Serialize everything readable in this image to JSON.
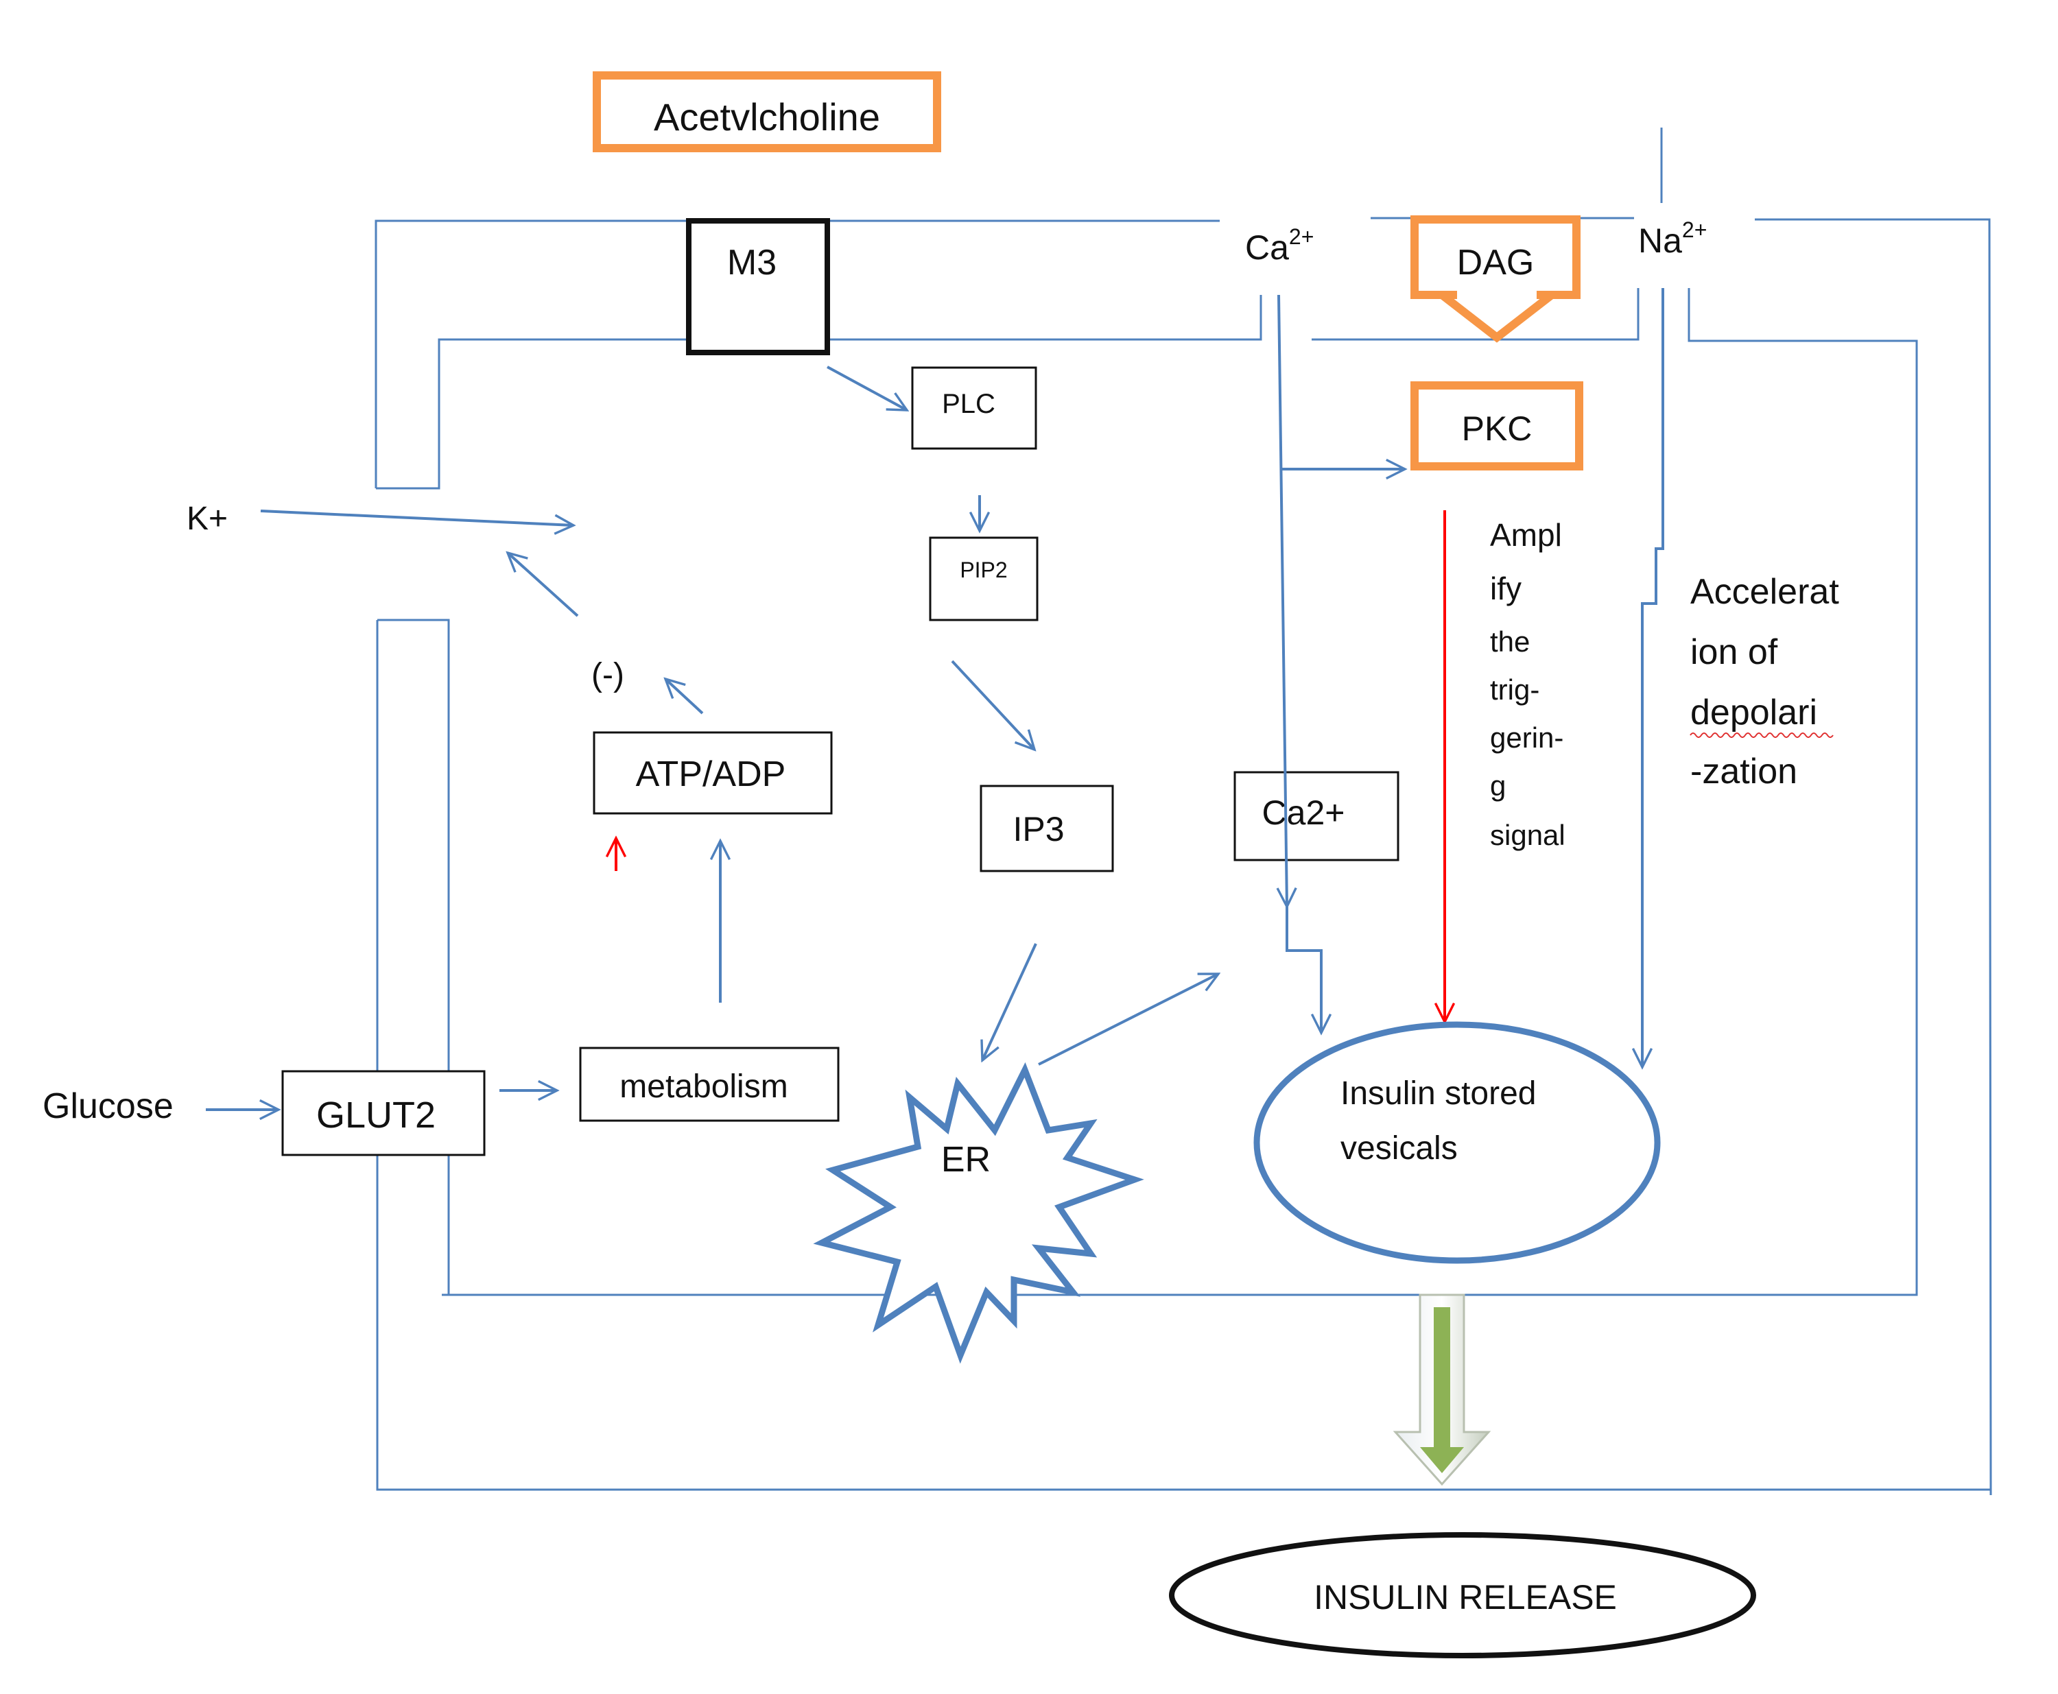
{
  "colors": {
    "membrane": "#4f81bd",
    "orange_box": "#f79646",
    "red_arrow": "#ff0000",
    "green_arrow": "#8db255",
    "text": "#111111"
  },
  "nodes": {
    "acetylcholine": "Acetvlcholine",
    "m3": "M3",
    "plc": "PLC",
    "pip2": "PIP2",
    "ip3": "IP3",
    "ca_box": "Ca2+",
    "dag": "DAG",
    "pkc": "PKC",
    "atp_adp": "ATP/ADP",
    "negative": "(-)",
    "metabolism": "metabolism",
    "glut2": "GLUT2",
    "er": "ER",
    "vesicles_line1": "Insulin stored",
    "vesicles_line2": "vesicals",
    "insulin_release": "INSULIN RELEASE"
  },
  "ions": {
    "k": "K+",
    "ca_base": "Ca",
    "ca_sup": "2+",
    "na_base": "Na",
    "na_sup": "2+",
    "glucose": "Glucose"
  },
  "annotations": {
    "amplify": [
      "Ampl",
      "ify",
      "the",
      "trig-",
      "gerin-",
      "g",
      "signal"
    ],
    "acceleration": [
      "Accelerat",
      "ion of",
      "depolari",
      "-zation"
    ]
  }
}
